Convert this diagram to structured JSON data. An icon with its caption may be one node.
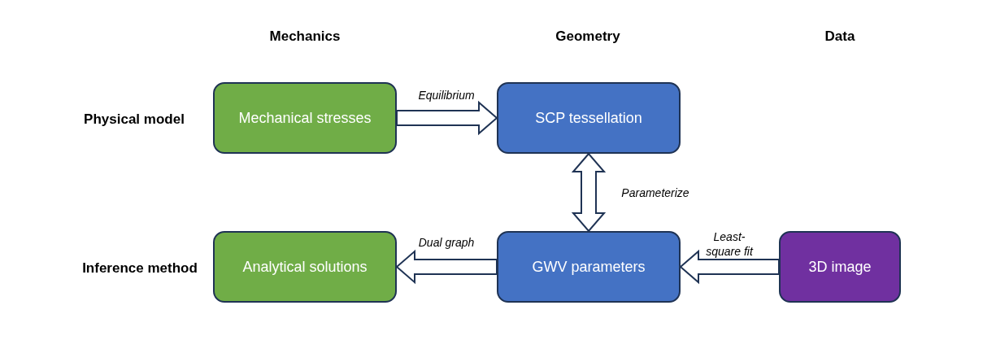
{
  "diagram": {
    "nodes": [
      {
        "text": [
          "Mechanical stresses"
        ]
      },
      {
        "text": [
          "SCP tessellation"
        ]
      },
      {
        "text": [
          "Analytical solutions"
        ]
      },
      {
        "text": [
          "GWV parameters"
        ]
      },
      {
        "text": [
          "3D image"
        ]
      }
    ],
    "edges": [
      {
        "from": 0,
        "to": 1,
        "arrow": "to",
        "label": "Equilibrium"
      },
      {
        "from": 1,
        "to": 3,
        "arrow": "both",
        "label": "Parameterize"
      },
      {
        "from": 3,
        "to": 2,
        "arrow": "to",
        "label": "Dual graph"
      },
      {
        "from": 4,
        "to": 3,
        "arrow": "to",
        "label": "Least-square fit"
      }
    ],
    "labels": [
      "Mechanics",
      "Geometry",
      "Data",
      "Physical model",
      "Inference method"
    ]
  }
}
